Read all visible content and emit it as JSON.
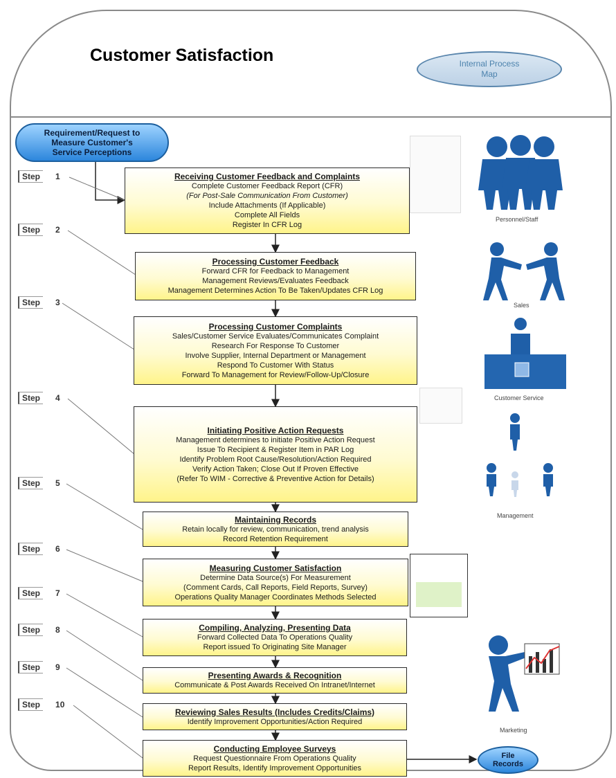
{
  "title": "Customer Satisfaction",
  "process_map_label": [
    "Internal Process",
    "Map"
  ],
  "start_node": [
    "Requirement/Request to",
    "Measure Customer's",
    "Service Perceptions"
  ],
  "step_word": "Step",
  "steps": [
    {
      "num": "1",
      "heading": "Receiving Customer Feedback and Complaints",
      "lines": [
        "Complete  Customer Feedback Report  (CFR)",
        "(For Post-Sale Communication From Customer)",
        "Include Attachments (If Applicable)",
        "Complete All Fields",
        "Register In CFR Log"
      ]
    },
    {
      "num": "2",
      "heading": "Processing Customer Feedback",
      "lines": [
        "Forward CFR for Feedback to Management",
        "Management Reviews/Evaluates Feedback",
        "Management Determines Action To Be Taken/Updates CFR Log"
      ]
    },
    {
      "num": "3",
      "heading": "Processing Customer Complaints",
      "lines": [
        "Sales/Customer Service Evaluates/Communicates Complaint",
        "Research  For Response To Customer",
        "Involve  Supplier, Internal Department or Management",
        "Respond To Customer With Status",
        "Forward To  Management  for Review/Follow-Up/Closure"
      ]
    },
    {
      "num": "4",
      "heading": "Initiating Positive Action Requests",
      "lines": [
        "Management determines to initiate  Positive Action Request",
        "Issue To Recipient & Register Item in PAR Log",
        "Identify Problem Root Cause/Resolution/Action Required",
        "Verify Action Taken; Close Out If Proven Effective",
        "(Refer To WIM - Corrective & Preventive Action for Details)"
      ]
    },
    {
      "num": "5",
      "heading": "Maintaining Records",
      "lines": [
        "Retain locally for review, communication, trend analysis",
        "Record Retention Requirement"
      ]
    },
    {
      "num": "6",
      "heading": "Measuring Customer Satisfaction",
      "lines": [
        "Determine Data Source(s) For Measurement",
        "(Comment Cards, Call Reports, Field Reports, Survey)",
        "Operations Quality Manager Coordinates Methods Selected"
      ]
    },
    {
      "num": "7",
      "heading": "Compiling, Analyzing, Presenting Data",
      "lines": [
        "Forward Collected Data To Operations Quality",
        "Report issued To Originating Site Manager"
      ]
    },
    {
      "num": "8",
      "heading": "Presenting Awards & Recognition",
      "lines": [
        "Communicate & Post Awards Received On  Intranet/Internet"
      ]
    },
    {
      "num": "9",
      "heading": "Reviewing Sales Results (Includes Credits/Claims)",
      "lines": [
        "Identify Improvement Opportunities/Action Required"
      ]
    },
    {
      "num": "10",
      "heading": "Conducting Employee Surveys",
      "lines": [
        "Request Questionnaire From Operations Quality",
        "Report Results, Identify Improvement Opportunities"
      ]
    }
  ],
  "end_node": [
    "File",
    "Records"
  ],
  "role_captions": {
    "personnel": "Personnel/Staff",
    "sales": "Sales",
    "customer_service": "Customer Service",
    "management": "Management",
    "marketing": "Marketing"
  },
  "colors": {
    "start_node": "#2c86dc",
    "box_fill_bottom": "#fff48a",
    "figure": "#1f5fa8"
  }
}
